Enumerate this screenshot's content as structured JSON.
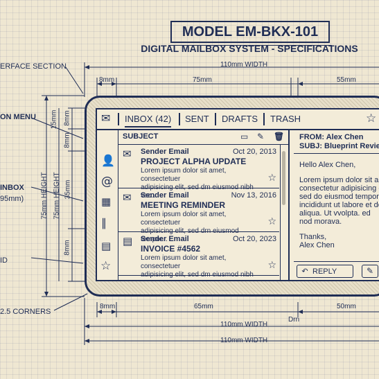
{
  "header": {
    "model": "MODEL EM-BKX-101",
    "subtitle": "DIGITAL MAILBOX SYSTEM - SPECIFICATIONS"
  },
  "annotations": {
    "interface_section": "ERFACE SECTION",
    "nav_menu": "ON MENU",
    "inbox_label": "INBOX",
    "inbox_dim": "95mm)",
    "id_label": "ID",
    "corners": "2.5 CORNERS"
  },
  "dimensions": {
    "width_top": "110mm WIDTH",
    "left_margin_top": "8mm",
    "left_width_top": "75mm",
    "right_width_top": "55mm",
    "height_outer": "75mm HEIGHT",
    "height_inner": "75mm HEIGHT",
    "tabbar_h": "15mm",
    "tab_row_h": "8mm",
    "header_row_h": "8mm",
    "list_h": "35mm",
    "bottom_h": "8mm",
    "bottom_left": "8mm",
    "bottom_mid": "65mm",
    "bottom_right": "50mm",
    "bottom_width_1": "110mm WIDTH",
    "bottom_width_2": "110mm WIDTH",
    "drn": "Drn"
  },
  "app": {
    "tabs": [
      "INBOX (42)",
      "SENT",
      "DRAFTS",
      "TRASH"
    ],
    "list_header": "SUBJECT",
    "emails": [
      {
        "sender": "Sender Email",
        "date": "Oct 20, 2013",
        "subject": "PROJECT ALPHA UPDATE",
        "body_1": "Lorem ipsum dolor sit amet, consectetuer",
        "body_2": "adipisicing elit, sed dm eiusmod nibh vec..."
      },
      {
        "sender": "Sender Email",
        "date": "Nov 13, 2016",
        "subject": "MEETING REMINDER",
        "body_1": "Lorem ipsum dolor sit amet, consectetuer",
        "body_2": "adipisicing elit, sed drn eiusmod tempor..."
      },
      {
        "sender": "Sender Email",
        "date": "Oct 20, 2023",
        "subject": "INVOICE #4562",
        "body_1": "Lorem ipsum dolor sit amet, consectetuer",
        "body_2": "adipisicing elit, sed dm eiusmod nibh vec..."
      }
    ],
    "reader": {
      "from": "FROM: Alex Chen",
      "subj": "SUBJ: Blueprint Review",
      "greeting": "Hello Alex Chen,",
      "body": [
        "Lorem ipsum dolor sit amet,",
        "consectetur adipisicing elit,",
        "sed do eiusmod tempor",
        "incididunt ut labore et dolore",
        "aliqua. Ut vvolpta. ed",
        "nod morava."
      ],
      "sign_1": "Thanks,",
      "sign_2": "Alex Chen",
      "reply": "REPLY"
    }
  }
}
